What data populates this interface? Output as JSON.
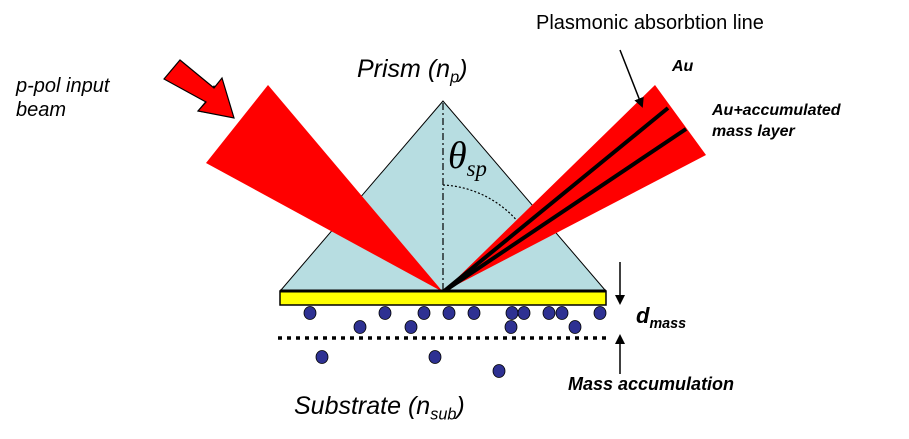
{
  "labels": {
    "input_beam_line1": "p-pol input",
    "input_beam_line2": "beam",
    "prism_main": "Prism (n",
    "prism_sub": "p",
    "prism_close": ")",
    "theta_symbol": "θ",
    "theta_sub": "sp",
    "plasmonic_line": "Plasmonic absorbtion line",
    "au": "Au",
    "au_mass_line1": "Au+accumulated",
    "au_mass_line2": "mass layer",
    "d_main": "d",
    "d_sub": "mass",
    "mass_accumulation": "Mass accumulation",
    "substrate_main": "Substrate (n",
    "substrate_sub": "sub",
    "substrate_close": ")"
  },
  "colors": {
    "prism": "#b7dde1",
    "beam": "#ff0000",
    "gold_layer": "#ffff00",
    "particles": "#2e3192",
    "text": "#000000"
  }
}
